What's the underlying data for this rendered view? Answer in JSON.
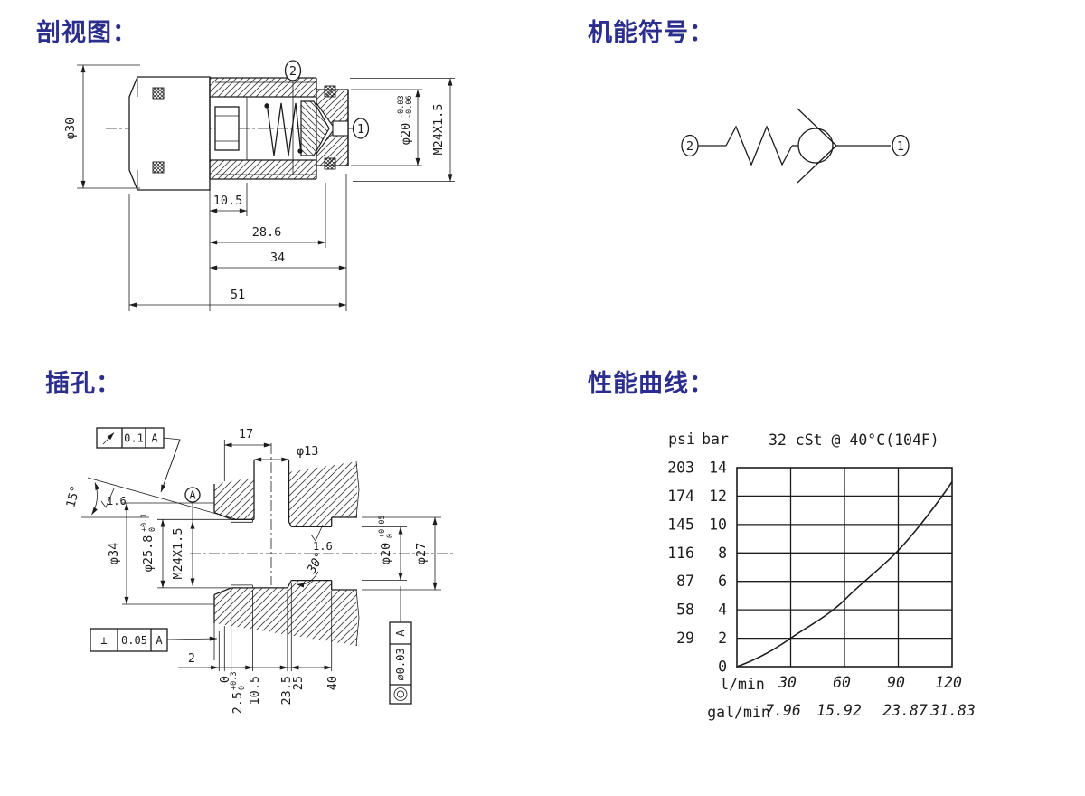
{
  "colors": {
    "title": "#2b2e8c",
    "line": "#1c1c1e",
    "background": "#ffffff"
  },
  "titles": {
    "section_view": "剖视图：",
    "symbol": "机能符号：",
    "cavity": "插孔：",
    "performance": "性能曲线："
  },
  "symbol": {
    "port_left": "2",
    "port_right": "1"
  },
  "section_view": {
    "dims": {
      "d30": "φ30",
      "len_105": "10.5",
      "len_286": "28.6",
      "len_34": "34",
      "len_51": "51",
      "d20": "φ20",
      "d20_tol_upper": "-0.03",
      "d20_tol_lower": "-0.06",
      "thread": "M24X1.5",
      "port2": "2",
      "port1": "1"
    }
  },
  "cavity": {
    "dims": {
      "runout_tol": "0.1",
      "runout_datum": "A",
      "angle15": "15°",
      "finish1": "1.6",
      "datum": "A",
      "len_17": "17",
      "d13": "φ13",
      "d34": "φ34",
      "d258": "φ25.8",
      "d258_up": "+0.1",
      "d258_lo": "0",
      "thread": "M24X1.5",
      "finish2": "1.6",
      "angle30": "30°",
      "d20": "φ20",
      "d20_up": "+0.05",
      "d20_lo": "0",
      "d27": "φ27",
      "perp_symbol": "⊥",
      "perp_tol": "0.05",
      "perp_datum": "A",
      "len_2": "2",
      "ord_0": "0",
      "ord_25": "2.5",
      "ord_25_up": "+0.3",
      "ord_25_lo": "0",
      "ord_105": "10.5",
      "ord_235": "23.5",
      "ord_25b": "25",
      "ord_40": "40",
      "conc_tol": "∅0.03",
      "conc_datum": "A"
    }
  },
  "chart_data": {
    "type": "line",
    "title": "32 cSt @ 40°C(104F)",
    "y_left_unit": "psi",
    "y_right_unit": "bar",
    "psi_ticks": [
      "203",
      "174",
      "145",
      "116",
      "87",
      "58",
      "29"
    ],
    "bar_ticks": [
      "14",
      "12",
      "10",
      "8",
      "6",
      "4",
      "2",
      "0"
    ],
    "x_row1_label": "l/min",
    "x_row2_label": "gal/min",
    "lmin_ticks": [
      "30",
      "60",
      "90",
      "120"
    ],
    "gal_ticks": [
      "7.96",
      "15.92",
      "23.87",
      "31.83"
    ],
    "x_range_lmin": [
      0,
      120
    ],
    "y_range_bar": [
      0,
      14
    ],
    "grid": true,
    "legend": "none",
    "curve_points_lmin_bar": [
      [
        0,
        0
      ],
      [
        30,
        2.0
      ],
      [
        60,
        4.7
      ],
      [
        90,
        8.2
      ],
      [
        120,
        13.0
      ]
    ]
  }
}
